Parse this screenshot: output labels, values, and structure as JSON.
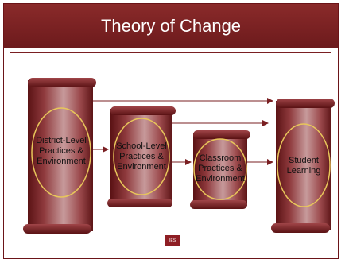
{
  "title": "Theory of Change",
  "boxes": [
    {
      "line1": "District-Level",
      "line2": "Practices &",
      "line3": "Environment"
    },
    {
      "line1": "School-Level",
      "line2": "Practices &",
      "line3": "Environment"
    },
    {
      "line1": "Classroom",
      "line2": "Practices &",
      "line3": "Environment"
    },
    {
      "line1": "Student",
      "line2": "Learning",
      "line3": ""
    }
  ],
  "colors": {
    "maroon": "#7a1f22",
    "ellipse": "#e8c65a",
    "arrow": "#7a1f22"
  },
  "footer_logo": "IES"
}
